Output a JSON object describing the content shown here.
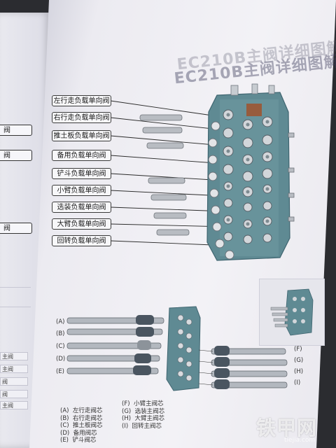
{
  "left_page": {
    "labels": [
      "阀",
      "阀",
      "阀"
    ],
    "rows": [
      "主阀",
      "主阀",
      "阀",
      "阀",
      "主阀"
    ]
  },
  "page": {
    "title": "EC210B主阀详细图解",
    "subtitle": "EC210B主阀详细图解"
  },
  "callouts": [
    "左行走负载单向阀",
    "右行走负载单向阀",
    "推土板负载单向阀",
    "备用负载单向阀",
    "铲斗负载单向阀",
    "小臂负载单向阀",
    "选装负载单向阀",
    "大臂负载单向阀",
    "回转负载单向阀"
  ],
  "spool_labels_left": [
    "(A)",
    "(B)",
    "(C)",
    "(D)",
    "(E)"
  ],
  "spool_labels_right": [
    "(F)",
    "(G)",
    "(H)",
    "(I)"
  ],
  "legend": {
    "col1": [
      {
        "key": "(A)",
        "text": "左行走阀芯"
      },
      {
        "key": "(B)",
        "text": "右行走阀芯"
      },
      {
        "key": "(C)",
        "text": "推土板阀芯"
      },
      {
        "key": "(D)",
        "text": "备用阀芯"
      },
      {
        "key": "(E)",
        "text": "铲斗阀芯"
      }
    ],
    "col2": [
      {
        "key": "(F)",
        "text": "小臂主阀芯"
      },
      {
        "key": "(G)",
        "text": "选装主阀芯"
      },
      {
        "key": "(H)",
        "text": "大臂主阀芯"
      },
      {
        "key": "(I)",
        "text": "回转主阀芯"
      }
    ]
  },
  "watermark": {
    "brand": "铁甲网",
    "url": "tiejia.com"
  },
  "colors": {
    "valve_body": "#5f8a93",
    "valve_body_dark": "#3f6570",
    "rust": "#a0522d",
    "callout_border": "#3a3a3a"
  }
}
